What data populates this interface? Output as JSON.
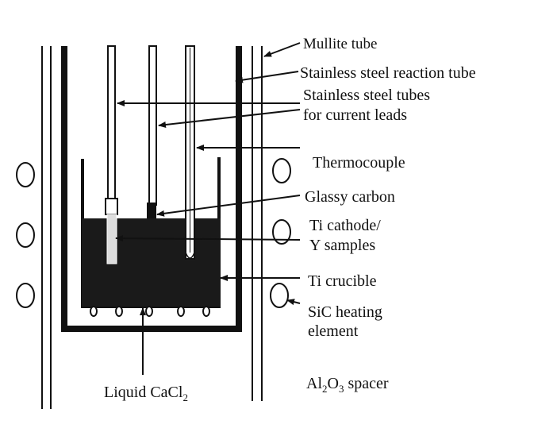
{
  "labels": {
    "mullite_tube": "Mullite tube",
    "reaction_tube": "Stainless steel reaction tube",
    "lead_tubes_line1": "Stainless steel tubes",
    "lead_tubes_line2": "for current leads",
    "thermocouple": "Thermocouple",
    "glassy_carbon": "Glassy carbon",
    "cathode_line1": "Ti cathode/",
    "cathode_line2": "Y samples",
    "crucible": "Ti crucible",
    "heating_line1": "SiC heating",
    "heating_line2": "element",
    "spacer_main": "Al",
    "spacer_sub": "2",
    "spacer_rest": "O",
    "spacer_sub2": "3",
    "spacer_tail": " spacer",
    "liquid_main": "Liquid CaCl",
    "liquid_sub": "2"
  },
  "colors": {
    "ink": "#111111",
    "melt": "#1a1a1a",
    "background": "#ffffff"
  }
}
